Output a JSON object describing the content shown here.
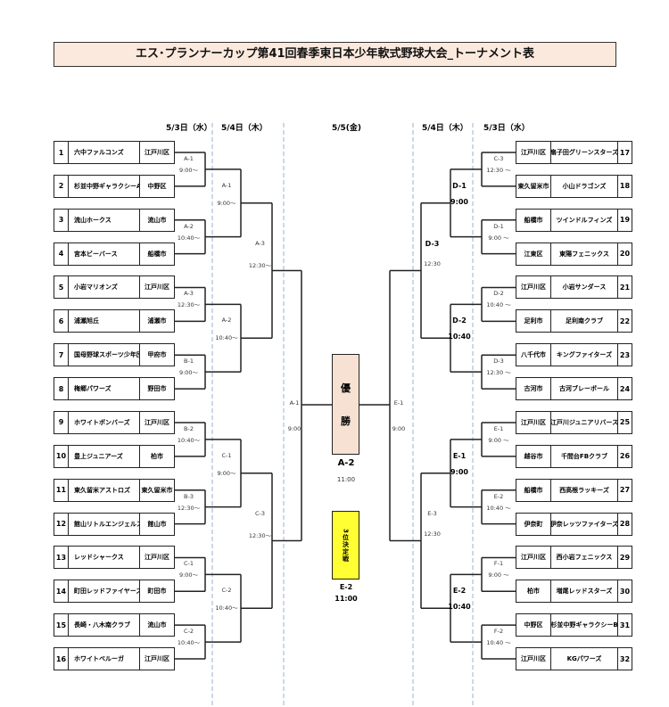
{
  "title": "エス･プランナーカップ第41回春季東日本少年軟式野球大会_トーナメント表",
  "dates": {
    "left_r1": "5/3日（水）",
    "left_r2": "5/4日（木）",
    "final": "5/5(金)",
    "right_r2": "5/4日（木）",
    "right_r1": "5/3日（水）"
  },
  "left_teams": [
    {
      "no": "1",
      "name": "六中ファルコンズ",
      "city": "江戸川区"
    },
    {
      "no": "2",
      "name": "杉並中野ギャラクシーA",
      "city": "中野区"
    },
    {
      "no": "3",
      "name": "流山ホークス",
      "city": "流山市"
    },
    {
      "no": "4",
      "name": "宮本ビーバース",
      "city": "船橋市"
    },
    {
      "no": "5",
      "name": "小岩マリオンズ",
      "city": "江戸川区"
    },
    {
      "no": "6",
      "name": "浦瀬旭丘",
      "city": "浦瀬市"
    },
    {
      "no": "7",
      "name": "国母野球スポーツ少年団",
      "city": "甲府市"
    },
    {
      "no": "8",
      "name": "梅郷パワーズ",
      "city": "野田市"
    },
    {
      "no": "9",
      "name": "ホワイトボンバーズ",
      "city": "江戸川区"
    },
    {
      "no": "10",
      "name": "豊上ジュニアーズ",
      "city": "柏市"
    },
    {
      "no": "11",
      "name": "東久留米アストロズ",
      "city": "東久留米市"
    },
    {
      "no": "12",
      "name": "館山リトルエンジェルス",
      "city": "館山市"
    },
    {
      "no": "13",
      "name": "レッドシャークス",
      "city": "江戸川区"
    },
    {
      "no": "14",
      "name": "町田レッドファイヤーズ",
      "city": "町田市"
    },
    {
      "no": "15",
      "name": "長崎・八木南クラブ",
      "city": "流山市"
    },
    {
      "no": "16",
      "name": "ホワイトベルーガ",
      "city": "江戸川区"
    }
  ],
  "right_teams": [
    {
      "no": "17",
      "name": "扇子田グリーンスターズ",
      "city": "江戸川区"
    },
    {
      "no": "18",
      "name": "小山ドラゴンズ",
      "city": "東久留米市"
    },
    {
      "no": "19",
      "name": "ツインドルフィンズ",
      "city": "船橋市"
    },
    {
      "no": "20",
      "name": "東陽フェニックス",
      "city": "江東区"
    },
    {
      "no": "21",
      "name": "小岩サンダース",
      "city": "江戸川区"
    },
    {
      "no": "22",
      "name": "足利南クラブ",
      "city": "足利市"
    },
    {
      "no": "23",
      "name": "キングファイターズ",
      "city": "八千代市"
    },
    {
      "no": "24",
      "name": "古河ブレーボール",
      "city": "古河市"
    },
    {
      "no": "25",
      "name": "江戸川ジュニアリバース",
      "city": "江戸川区"
    },
    {
      "no": "26",
      "name": "千間台FBクラブ",
      "city": "越谷市"
    },
    {
      "no": "27",
      "name": "西高根ラッキーズ",
      "city": "船橋市"
    },
    {
      "no": "28",
      "name": "伊奈レッツファイターズ",
      "city": "伊奈町"
    },
    {
      "no": "29",
      "name": "西小岩フェニックス",
      "city": "江戸川区"
    },
    {
      "no": "30",
      "name": "増尾レッドスターズ",
      "city": "柏市"
    },
    {
      "no": "31",
      "name": "杉並中野ギャラクシーB",
      "city": "中野区"
    },
    {
      "no": "32",
      "name": "KGパワーズ",
      "city": "江戸川区"
    }
  ],
  "left_matches": {
    "r1": [
      [
        "A-1",
        "9:00〜"
      ],
      [
        "A-2",
        "10:40〜"
      ],
      [
        "A-3",
        "12:30〜"
      ],
      [
        "B-1",
        "9:00〜"
      ],
      [
        "B-2",
        "10:40〜"
      ],
      [
        "B-3",
        "12:30〜"
      ],
      [
        "C-1",
        "9:00〜"
      ],
      [
        "C-2",
        "10:40〜"
      ]
    ],
    "r2": [
      [
        "A-1",
        "9:00〜"
      ],
      [
        "A-2",
        "10:40〜"
      ],
      [
        "C-1",
        "9:00〜"
      ],
      [
        "C-2",
        "10:40〜"
      ]
    ],
    "r3": [
      [
        "A-3",
        "12:30〜"
      ],
      [
        "C-3",
        "12:30〜"
      ]
    ],
    "semi": [
      [
        "A-1",
        "9:00"
      ]
    ]
  },
  "right_matches": {
    "r1": [
      [
        "C-3",
        "12:30 〜"
      ],
      [
        "D-1",
        "9:00 〜"
      ],
      [
        "D-2",
        "10:40 〜"
      ],
      [
        "D-3",
        "12:30 〜"
      ],
      [
        "E-1",
        "9:00 〜"
      ],
      [
        "E-2",
        "10:40 〜"
      ],
      [
        "F-1",
        "9:00 〜"
      ],
      [
        "F-2",
        "10:40 〜"
      ]
    ],
    "r2": [
      [
        "D-1",
        "9:00"
      ],
      [
        "D-2",
        "10:40"
      ],
      [
        "E-1",
        "9:00"
      ],
      [
        "E-2",
        "10:40"
      ]
    ],
    "r3": [
      [
        "D-3",
        "12:30"
      ],
      [
        "E-3",
        "12:30"
      ]
    ],
    "semi": [
      [
        "E-1",
        "9:00"
      ]
    ]
  },
  "final": {
    "label1": "優",
    "label2": "勝",
    "match": "A-2",
    "time": "11:00"
  },
  "third": {
    "label": "3位決定戦",
    "match": "E-2",
    "time": "11:00"
  },
  "colors": {
    "title_bg": "#fbe9de",
    "champion_bg": "#f6e1d3",
    "third_bg": "#ffff33",
    "divider": "#9ab0d0"
  }
}
